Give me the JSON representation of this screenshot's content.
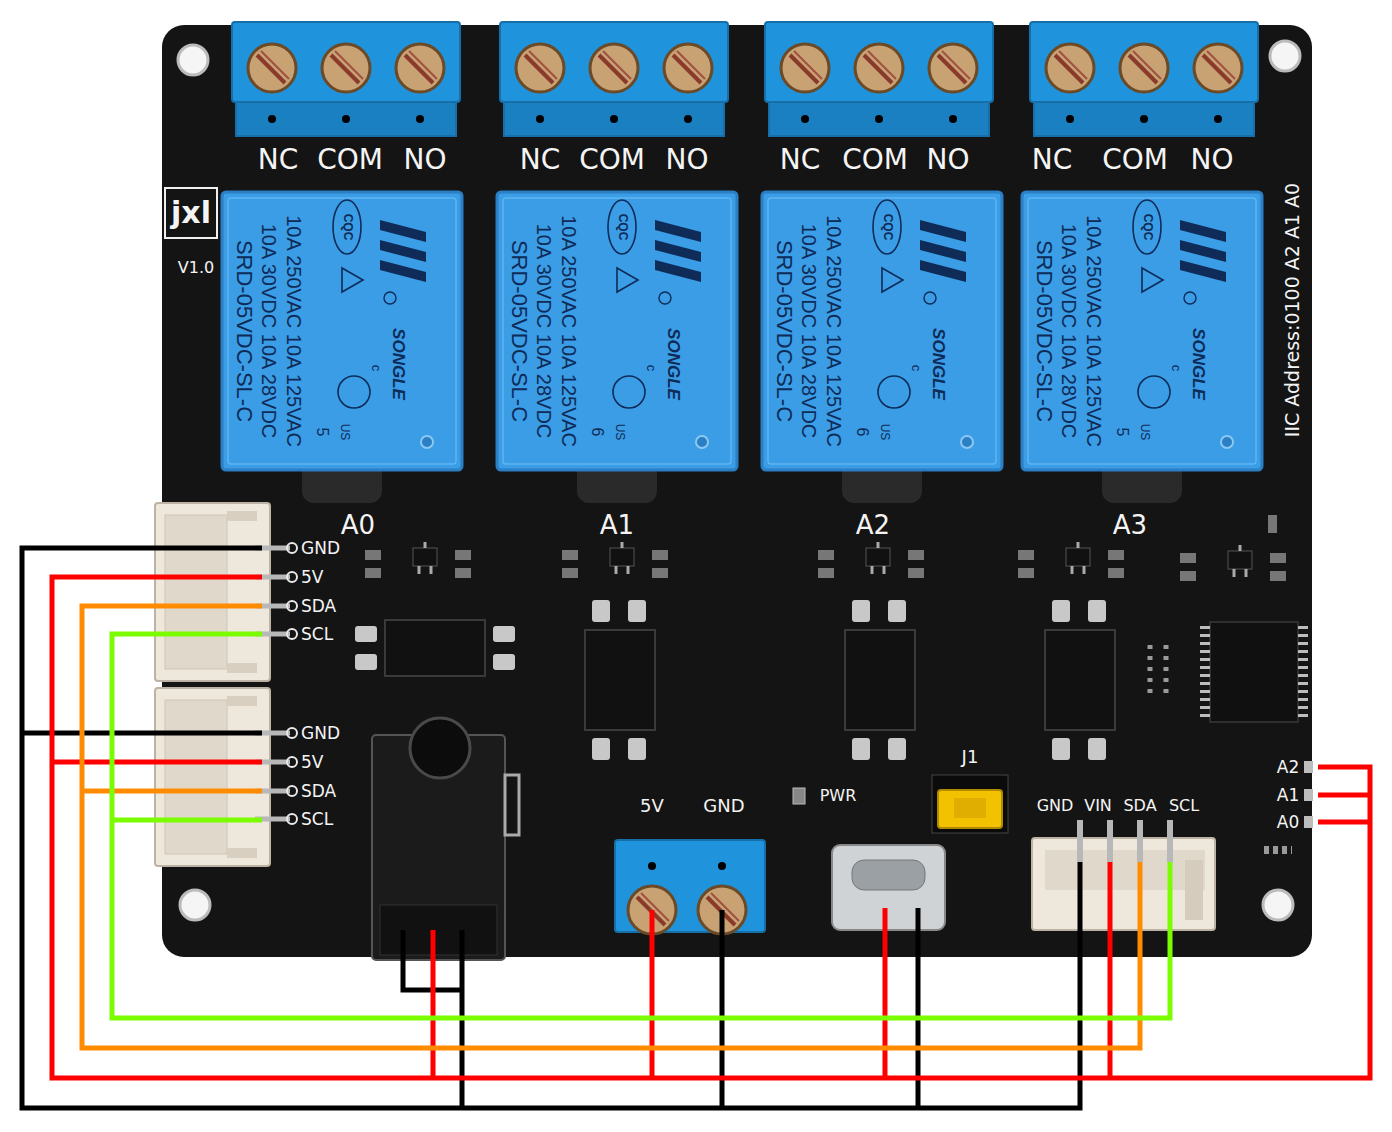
{
  "diagram": {
    "nodes": [
      {
        "text": [
          "SRD-05VDC-SL-C",
          "10A 250VAC 10A 125VAC",
          "10A 30VDC 10A 28VDC",
          "CQC",
          "SONGLE",
          "c",
          "US",
          "5"
        ]
      },
      {
        "text": [
          "SRD-05VDC-SL-C",
          "10A 250VAC 10A 125VAC",
          "10A 30VDC 10A 28VDC",
          "CQC",
          "SONGLE",
          "c",
          "US",
          "6"
        ]
      },
      {
        "text": [
          "SRD-05VDC-SL-C",
          "10A 250VAC 10A 125VAC",
          "10A 30VDC 10A 28VDC",
          "CQC",
          "SONGLE",
          "c",
          "US",
          "6"
        ]
      },
      {
        "text": [
          "SRD-05VDC-SL-C",
          "10A 250VAC 10A 125VAC",
          "10A 30VDC 10A 28VDC",
          "CQC",
          "SONGLE",
          "c",
          "US",
          "5"
        ]
      }
    ],
    "labels": [
      "jxl",
      "V1.0",
      "NC",
      "COM",
      "NO",
      "NC",
      "COM",
      "NO",
      "NC",
      "COM",
      "NO",
      "NC",
      "COM",
      "NO",
      "IIC Address:0100 A2 A1 A0",
      "A0",
      "A1",
      "A2",
      "A3",
      "GND",
      "5V",
      "SDA",
      "SCL",
      "GND",
      "5V",
      "SDA",
      "SCL",
      "J1",
      "PWR",
      "5V",
      "GND",
      "GND",
      "VIN",
      "SDA",
      "SCL",
      "A2",
      "A1",
      "A0"
    ]
  }
}
